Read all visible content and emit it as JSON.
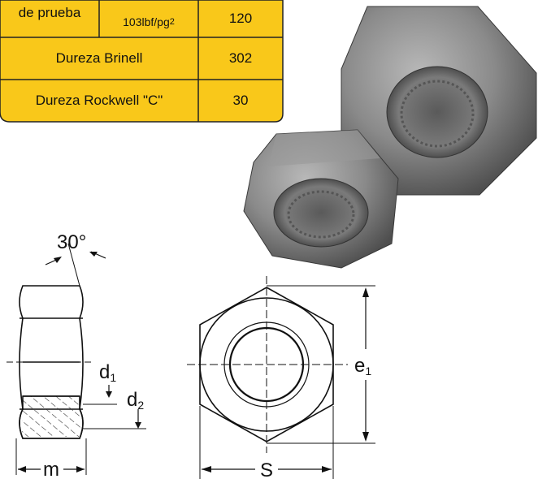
{
  "table": {
    "rows": [
      {
        "label": "de prueba",
        "unit": "103lbf/pg",
        "unit_sup": "2",
        "value": "120"
      },
      {
        "label": "Dureza Brinell",
        "value": "302"
      },
      {
        "label": "Dureza Rockwell \"C\"",
        "value": "30"
      }
    ],
    "fill_color": "#F9C81A",
    "border_color": "#222222"
  },
  "diagram": {
    "angle_label": "30°",
    "d1_label": "d",
    "d1_sub": "1",
    "d2_label": "d",
    "d2_sub": "2",
    "m_label": "m",
    "s_label": "S",
    "e1_label": "e",
    "e1_sub": "1"
  },
  "photo": {
    "subject": "two hex nuts photograph"
  }
}
